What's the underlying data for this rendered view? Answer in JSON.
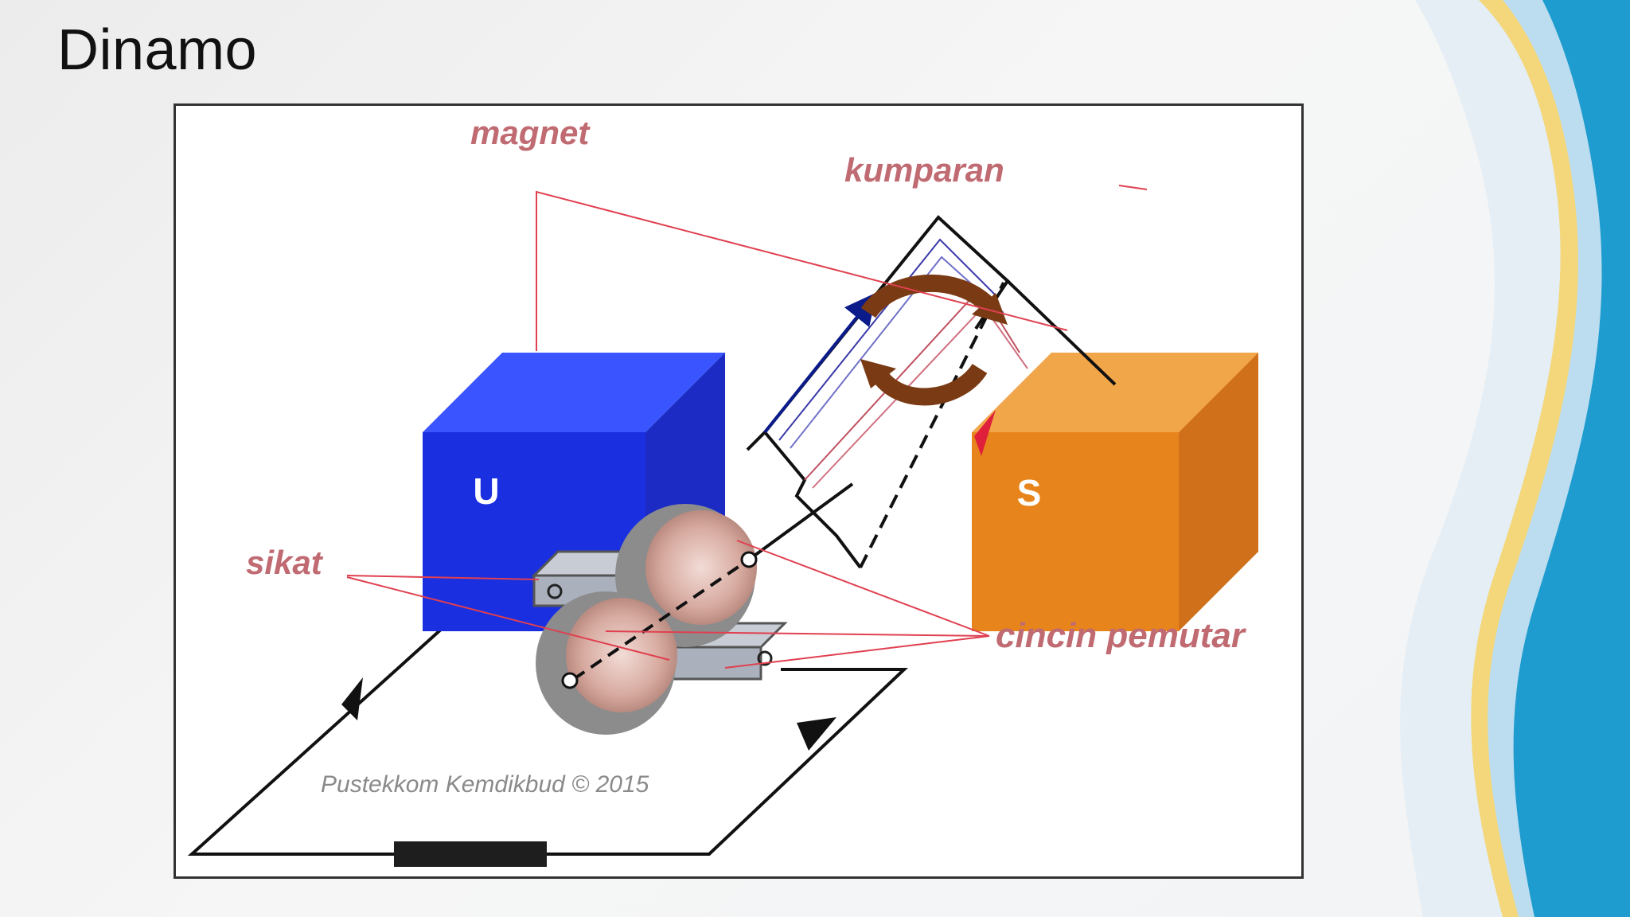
{
  "slide": {
    "title": "Dinamo"
  },
  "diagram": {
    "labels": {
      "magnet": "magnet",
      "coil": "kumparan",
      "brush": "sikat",
      "slip_ring": "cincin pemutar",
      "north_pole": "U",
      "south_pole": "S"
    },
    "credit": "Pustekkom Kemdikbud © 2015",
    "colors": {
      "north_magnet": "#1a2fe0",
      "south_magnet": "#e8841c",
      "label": "#c06a72",
      "leader_line": "#e04050",
      "rotation_arrow": "#7a3a14",
      "circuit_wire": "#111111"
    }
  },
  "decoration": {
    "colors": {
      "yellow": "#f3d77a",
      "light_blue": "#bcdcef",
      "blue": "#1e9ccf"
    }
  }
}
